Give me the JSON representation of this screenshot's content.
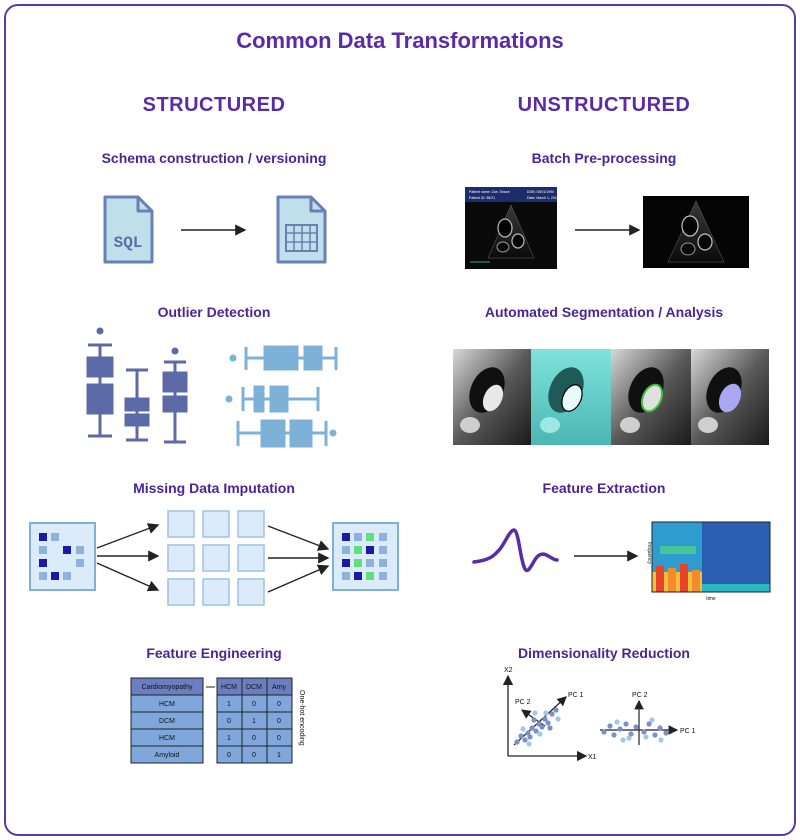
{
  "title": "Common Data Transformations",
  "columns": {
    "structured": "STRUCTURED",
    "unstructured": "UNSTRUCTURED"
  },
  "structured_sections": [
    {
      "label": "Schema construction / versioning"
    },
    {
      "label": "Outlier Detection"
    },
    {
      "label": "Missing Data Imputation"
    },
    {
      "label": "Feature Engineering"
    }
  ],
  "unstructured_sections": [
    {
      "label": "Batch Pre-processing"
    },
    {
      "label": "Automated Segmentation / Analysis"
    },
    {
      "label": "Feature Extraction"
    },
    {
      "label": "Dimensionality Reduction"
    }
  ],
  "sql_icon_text": "SQL",
  "echo_header": {
    "line1": "Patient name: Zoe, Shane",
    "line2": "Patient ID: 58/21",
    "line3": "DOB: 05/01/1990",
    "line4": "Date: March 1, 2018"
  },
  "spectrogram": {
    "ylabel": "frequency",
    "xlabel": "time"
  },
  "feature_table": {
    "header": "Cardiomyopathy",
    "rows": [
      "HCM",
      "DCM",
      "HCM",
      "Amyloid"
    ],
    "onehot_header": [
      "HCM",
      "DCM",
      "Amy"
    ],
    "onehot_rows": [
      [
        "1",
        "0",
        "0"
      ],
      [
        "0",
        "1",
        "0"
      ],
      [
        "1",
        "0",
        "0"
      ],
      [
        "0",
        "0",
        "1"
      ]
    ],
    "onehot_label": "One-hot encoding"
  },
  "pca": {
    "x1": "X1",
    "x2": "X2",
    "pc1": "PC 1",
    "pc2": "PC 2",
    "pc1_b": "PC 1",
    "pc2_b": "PC 2"
  },
  "colors": {
    "title": "#5b2ba6",
    "heading": "#4b2596",
    "icon_fill": "#bfe0ea",
    "icon_stroke": "#6a7fb6",
    "box_dark": "#5d6aa8",
    "box_light": "#7eb1d8",
    "grid_blue": "#dcebfa",
    "wave": "#5b2ba6"
  }
}
